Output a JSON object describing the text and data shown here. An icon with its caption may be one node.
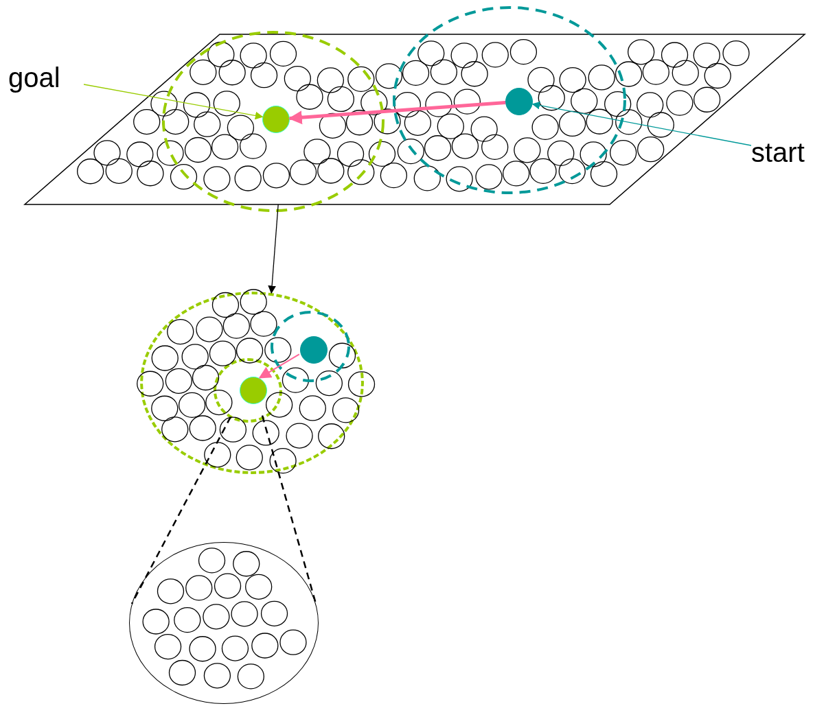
{
  "diagram": {
    "nodes": [
      {
        "text": [
          "goal"
        ]
      },
      {
        "text": [
          "start"
        ]
      },
      {
        "text": [],
        "shape": "box"
      },
      {
        "text": [],
        "shape": "circle",
        "in": 2
      },
      {
        "text": [],
        "shape": "circle",
        "in": 2
      },
      {
        "text": [],
        "shape": "circle"
      },
      {
        "text": [],
        "shape": "circle",
        "in": 5
      },
      {
        "text": [],
        "shape": "circle",
        "in": 5
      },
      {
        "text": [],
        "shape": "circle",
        "in": 7
      },
      {
        "text": [],
        "shape": "circle"
      }
    ],
    "edges": [
      {
        "from": 0,
        "to": 3,
        "arrow": "to",
        "color": "#99cc00"
      },
      {
        "from": 1,
        "to": 4,
        "arrow": "to",
        "color": "#009999"
      },
      {
        "from": 4,
        "to": 3,
        "arrow": "to",
        "style": "thick",
        "color": "#ff6699"
      },
      {
        "from": 2,
        "to": 5,
        "arrow": "to",
        "color": "#000000"
      },
      {
        "from": 6,
        "to": 8,
        "arrow": "to",
        "color": "#ff6699"
      },
      {
        "from": 7,
        "to": 9,
        "arrow": "none",
        "style": "dashed",
        "color": "#000000"
      },
      {
        "from": 7,
        "to": 9,
        "arrow": "none",
        "style": "dashed",
        "color": "#000000"
      }
    ]
  }
}
